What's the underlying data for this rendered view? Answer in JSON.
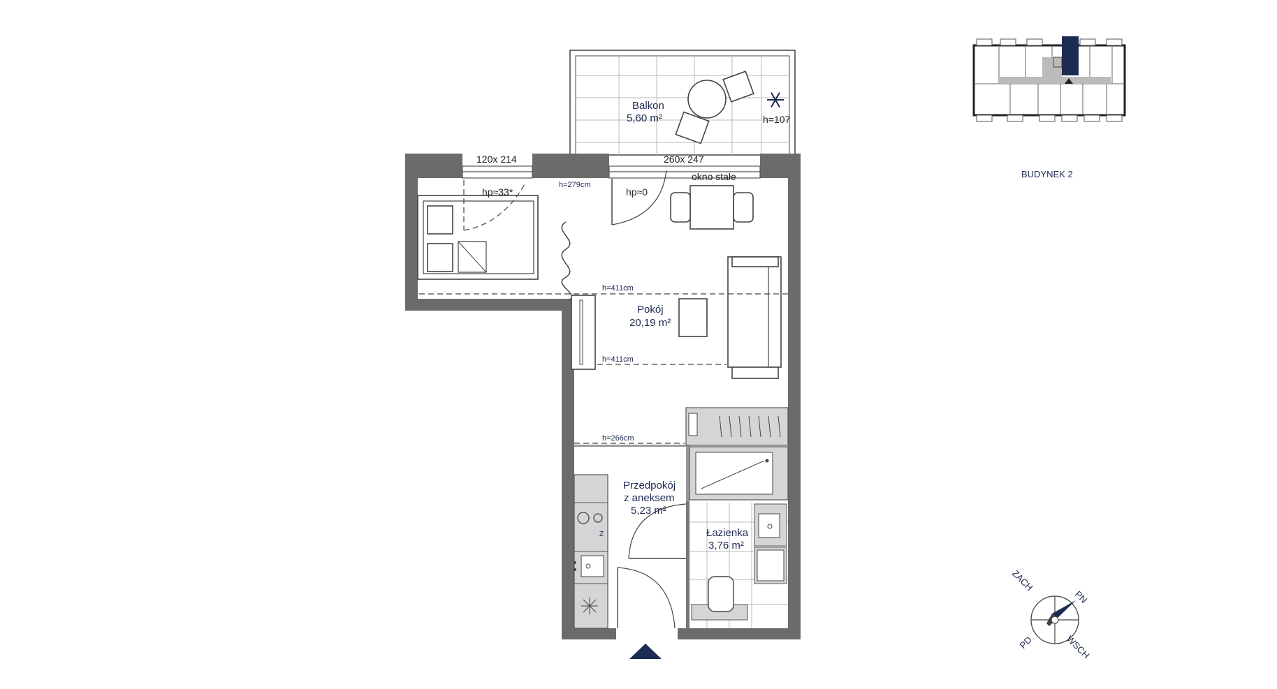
{
  "rooms": {
    "balcony": {
      "name": "Balkon",
      "area": "5,60 m²"
    },
    "room": {
      "name": "Pokój",
      "area": "20,19 m²"
    },
    "hall": {
      "name_line1": "Przedpokój",
      "name_line2": "z aneksem",
      "area": "5,23 m²"
    },
    "bath": {
      "name": "Łazienka",
      "area": "3,76 m²"
    }
  },
  "annotations": {
    "window_left": "120x 214",
    "window_right": "260x 247",
    "fixed_window": "okno stałe",
    "hp_left": "hp≈33*",
    "hp_right": "hp≈0",
    "h_279": "h=279cm",
    "h_411_top": "h=411cm",
    "h_411_bottom": "h=411cm",
    "h_266": "h=266cm",
    "h_107": "h=107",
    "fridge_letter": "Z"
  },
  "building": {
    "label": "BUDYNEK 2"
  },
  "compass": {
    "ne": "PN",
    "nw": "ZACH",
    "sw": "PD",
    "se": "WSCH"
  },
  "colors": {
    "wall": "#6b6b6b",
    "accent": "#1d2a52",
    "entrance": "#1d2a52"
  },
  "icons": [
    "snowflake-icon",
    "entrance-arrow-icon",
    "compass-icon"
  ]
}
